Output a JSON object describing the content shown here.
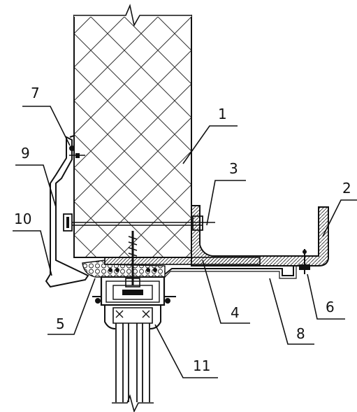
{
  "colors": {
    "line": "#111111",
    "background": "#ffffff",
    "hatch": "#333333"
  },
  "callouts": [
    {
      "label": "1"
    },
    {
      "label": "2"
    },
    {
      "label": "3"
    },
    {
      "label": "4"
    },
    {
      "label": "5"
    },
    {
      "label": "6"
    },
    {
      "label": "7"
    },
    {
      "label": "8"
    },
    {
      "label": "9"
    },
    {
      "label": "10"
    },
    {
      "label": "11"
    }
  ]
}
